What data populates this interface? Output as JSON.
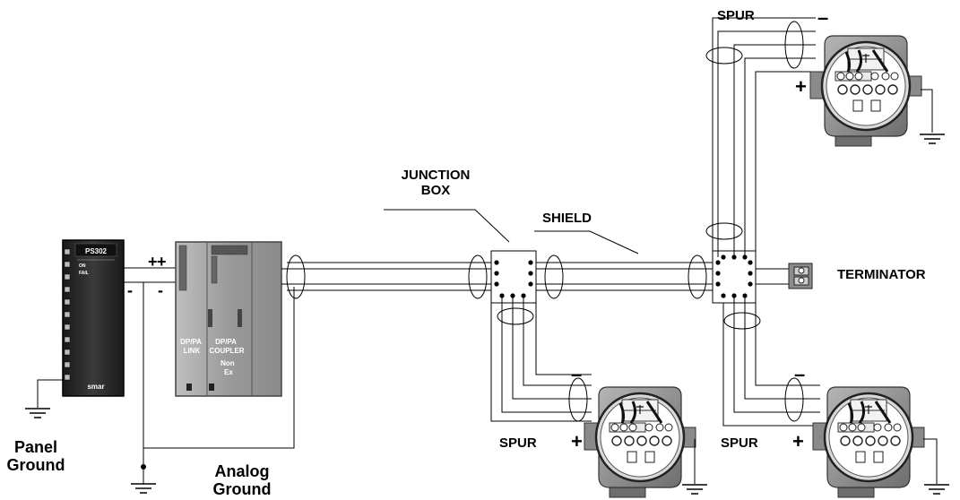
{
  "labels": {
    "spur_top": "SPUR",
    "spur_bottom_left": "SPUR",
    "spur_bottom_right": "SPUR",
    "junction_box": [
      "JUNCTION",
      "BOX"
    ],
    "shield": "SHIELD",
    "terminator": "TERMINATOR",
    "panel_ground": [
      "Panel",
      "Ground"
    ],
    "analog_ground": [
      "Analog",
      "Ground"
    ]
  },
  "polarity": {
    "plus": "+",
    "minus": "-",
    "spur_minus": "–"
  },
  "power_supply": {
    "model": "PS302",
    "led_on": "ON",
    "led_fail": "FAIL",
    "brand": "smar"
  },
  "link_module": {
    "left_label": [
      "DP/PA",
      "LINK"
    ],
    "right_label": [
      "DP/PA",
      "COUPLER"
    ],
    "sub_label": [
      "Non",
      "Ex"
    ]
  }
}
